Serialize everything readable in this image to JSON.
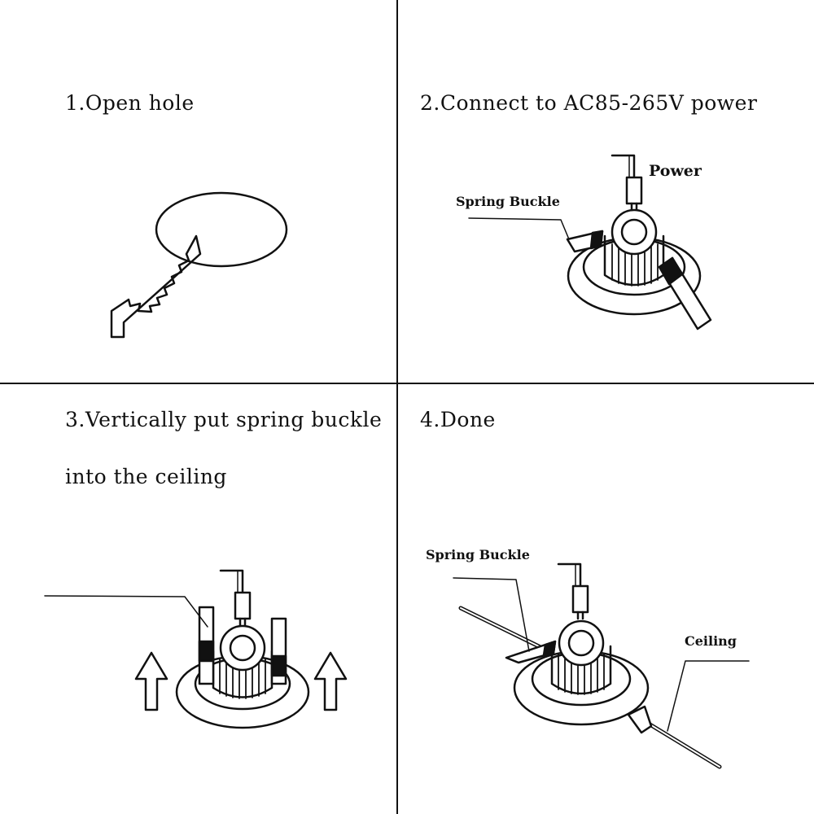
{
  "steps": [
    {
      "title": "1.Open hole"
    },
    {
      "title": "2.Connect to AC85-265V power",
      "labels": {
        "power": "Power",
        "spring_buckle": "Spring Buckle"
      }
    },
    {
      "title_line1": "3.Vertically put spring buckle",
      "title_line2": "into the ceiling"
    },
    {
      "title": "4.Done",
      "labels": {
        "spring_buckle": "Spring Buckle",
        "ceiling": "Ceiling"
      }
    }
  ],
  "icons": {
    "saw": "saw-icon",
    "hole": "hole-outline",
    "lamp": "downlight-lamp",
    "arrow": "up-arrow-icon"
  },
  "colors": {
    "ink": "#111111",
    "background": "#ffffff"
  }
}
